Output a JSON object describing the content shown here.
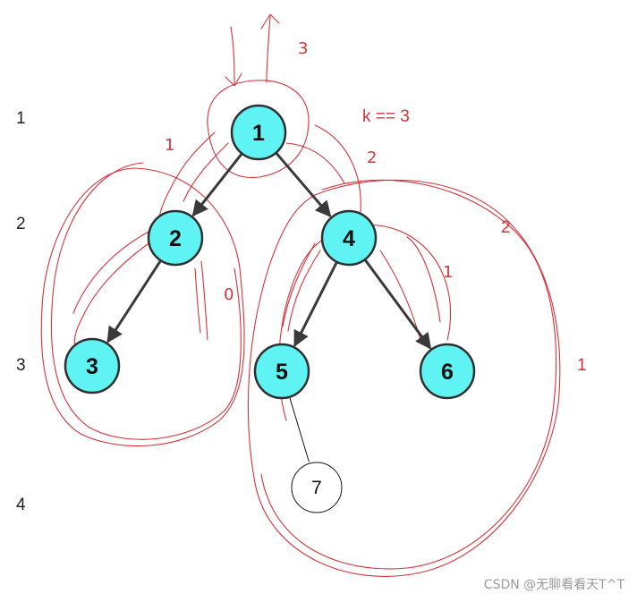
{
  "diagram": {
    "levels": [
      "1",
      "2",
      "3",
      "4"
    ],
    "nodes": [
      {
        "id": "1",
        "label": "1",
        "style": "highlighted"
      },
      {
        "id": "2",
        "label": "2",
        "style": "highlighted"
      },
      {
        "id": "3",
        "label": "3",
        "style": "highlighted"
      },
      {
        "id": "4",
        "label": "4",
        "style": "highlighted"
      },
      {
        "id": "5",
        "label": "5",
        "style": "highlighted"
      },
      {
        "id": "6",
        "label": "6",
        "style": "highlighted"
      },
      {
        "id": "7",
        "label": "7",
        "style": "plain"
      }
    ],
    "edges": [
      {
        "from": "1",
        "to": "2",
        "style": "arrow"
      },
      {
        "from": "1",
        "to": "4",
        "style": "arrow"
      },
      {
        "from": "2",
        "to": "3",
        "style": "arrow"
      },
      {
        "from": "4",
        "to": "5",
        "style": "arrow"
      },
      {
        "from": "4",
        "to": "6",
        "style": "arrow"
      },
      {
        "from": "5",
        "to": "7",
        "style": "line"
      }
    ],
    "annotations": {
      "k_label": "k == 3",
      "right_subtree_number": "2",
      "outer_number": "1",
      "handwritten": [
        "3",
        "2",
        "1",
        "1",
        "0"
      ]
    },
    "colors": {
      "node_fill": "#5ff3f3",
      "node_stroke": "#2f2f2f",
      "plain_node_fill": "#ffffff",
      "edge": "#3a3a3a",
      "annotation": "#d9323b"
    }
  },
  "watermark": "CSDN @无聊看看天T^T"
}
